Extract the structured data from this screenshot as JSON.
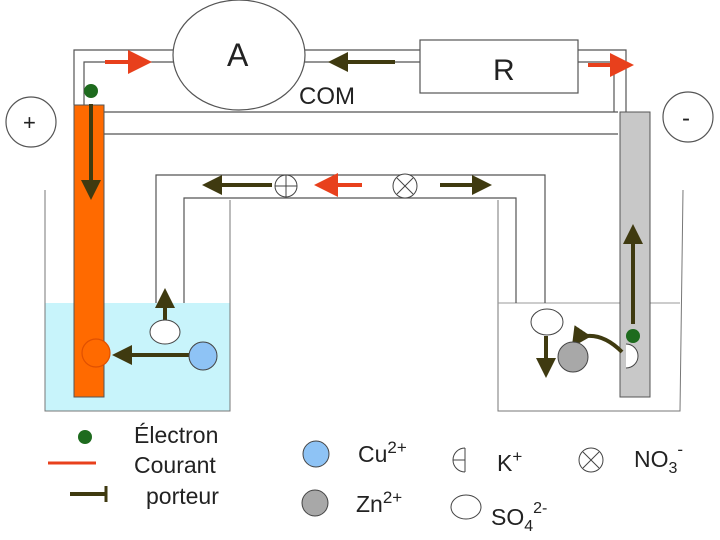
{
  "labels": {
    "ammeter": "A",
    "com": "COM",
    "resistor": "R",
    "plus": "+",
    "minus": "-"
  },
  "legend": {
    "electron": "Électron",
    "current": "Courant",
    "carrier": "porteur",
    "cu": "Cu",
    "cu_charge": "2+",
    "zn": "Zn",
    "zn_charge": "2+",
    "k": "K",
    "k_charge": "+",
    "so4": "SO",
    "so4_sub": "4",
    "so4_charge": "2-",
    "no3": "NO",
    "no3_sub": "3",
    "no3_charge": "-"
  },
  "colors": {
    "copper_electrode": "#ff6a00",
    "zinc_electrode": "#c8c8c8",
    "solution": "#c8f4fb",
    "electron": "#1e6b1e",
    "current_arrow": "#e8401c",
    "carrier_arrow": "#3f3a10",
    "cu_ion": "#8ec3f5",
    "zn_ion": "#a8a8a8"
  }
}
